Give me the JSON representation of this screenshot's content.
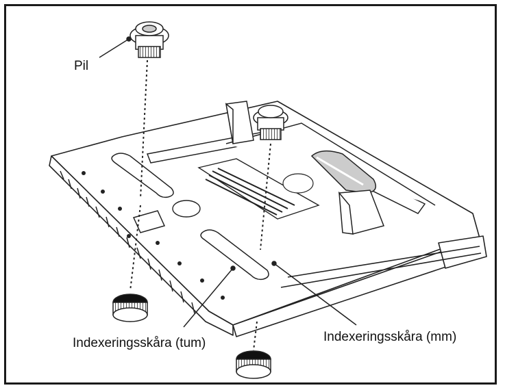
{
  "labels": {
    "arrow": "Pil",
    "index_slot_inch": "Indexeringsskåra (tum)",
    "index_slot_mm": "Indexeringsskåra (mm)"
  }
}
